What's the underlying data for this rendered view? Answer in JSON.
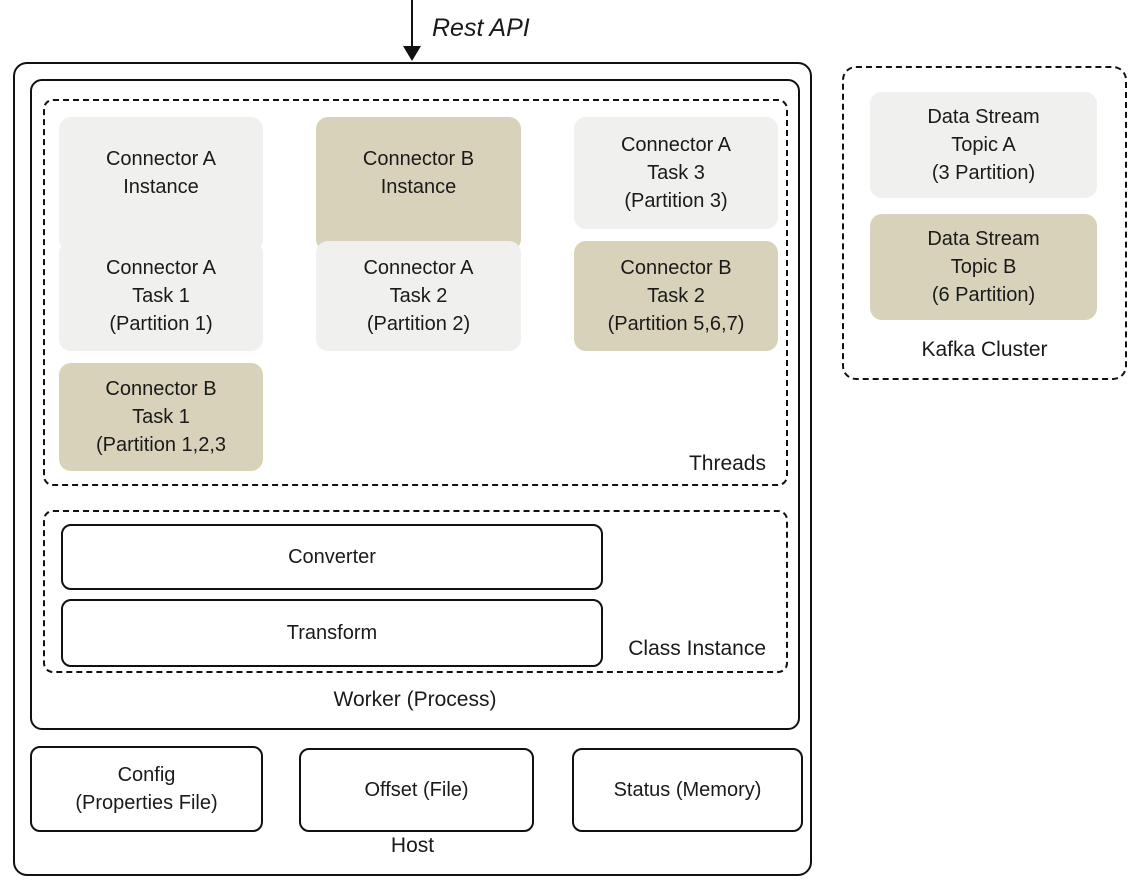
{
  "colors": {
    "gray_fill": "#f0f0ef",
    "tan_fill": "#d8d2ba",
    "stroke": "#111111",
    "text": "#1a1a1a"
  },
  "rest_api": {
    "label": "Rest API"
  },
  "host": {
    "label": "Host",
    "worker": {
      "label": "Worker (Process)",
      "threads": {
        "label": "Threads",
        "boxes": [
          {
            "id": "connector-a-instance",
            "variant": "gray",
            "lines": [
              "Connector A",
              "Instance"
            ]
          },
          {
            "id": "connector-b-instance",
            "variant": "tan",
            "lines": [
              "Connector B",
              "Instance"
            ]
          },
          {
            "id": "connector-a-task-3",
            "variant": "gray",
            "lines": [
              "Connector A",
              "Task 3",
              "(Partition 3)"
            ]
          },
          {
            "id": "connector-a-task-1",
            "variant": "gray",
            "lines": [
              "Connector A",
              "Task 1",
              "(Partition 1)"
            ]
          },
          {
            "id": "connector-a-task-2",
            "variant": "gray",
            "lines": [
              "Connector A",
              "Task 2",
              "(Partition 2)"
            ]
          },
          {
            "id": "connector-b-task-2",
            "variant": "tan",
            "lines": [
              "Connector B",
              "Task 2",
              "(Partition 5,6,7)"
            ]
          },
          {
            "id": "connector-b-task-1",
            "variant": "tan",
            "lines": [
              "Connector B",
              "Task 1",
              "(Partition 1,2,3"
            ]
          }
        ]
      },
      "class_instance": {
        "label": "Class Instance",
        "boxes": [
          {
            "id": "converter",
            "label": "Converter"
          },
          {
            "id": "transform",
            "label": "Transform"
          }
        ]
      }
    },
    "storage": [
      {
        "id": "config",
        "lines": [
          "Config",
          "(Properties File)"
        ]
      },
      {
        "id": "offset",
        "lines": [
          "Offset (File)"
        ]
      },
      {
        "id": "status",
        "lines": [
          "Status (Memory)"
        ]
      }
    ]
  },
  "kafka_cluster": {
    "label": "Kafka Cluster",
    "topics": [
      {
        "id": "topic-a",
        "variant": "gray",
        "lines": [
          "Data Stream",
          "Topic A",
          "(3 Partition)"
        ]
      },
      {
        "id": "topic-b",
        "variant": "tan",
        "lines": [
          "Data Stream",
          "Topic B",
          "(6 Partition)"
        ]
      }
    ]
  }
}
